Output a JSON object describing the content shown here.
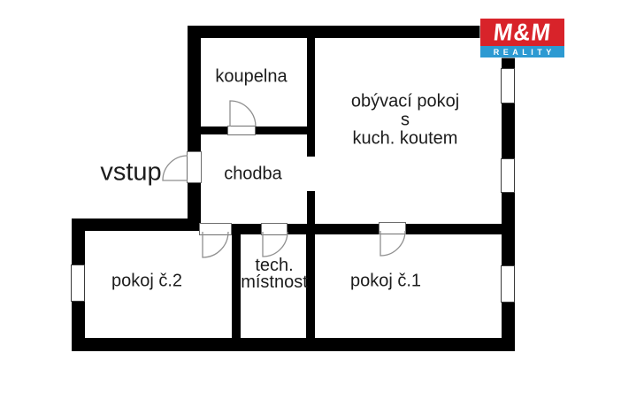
{
  "plan_type": "floor-plan",
  "colors": {
    "wall": "#000000",
    "background": "#ffffff",
    "door_arc": "#8f8f8f",
    "window_border": "#3a3a3a",
    "logo_red": "#d8232a",
    "logo_blue": "#2d9ad2",
    "text": "#1c1c1c"
  },
  "logo": {
    "top_text": "M&M",
    "bottom_text": "REALITY"
  },
  "entrance": {
    "label": "vstup"
  },
  "rooms": {
    "koupelna": {
      "label": "koupelna"
    },
    "obyvaci": {
      "line1": "obývací pokoj",
      "line2": "s",
      "line3": "kuch. koutem"
    },
    "chodba": {
      "label": "chodba"
    },
    "pokoj2": {
      "label": "pokoj č.2"
    },
    "tech": {
      "line1": "tech.",
      "line2": "místnost"
    },
    "pokoj1": {
      "label": "pokoj č.1"
    }
  }
}
